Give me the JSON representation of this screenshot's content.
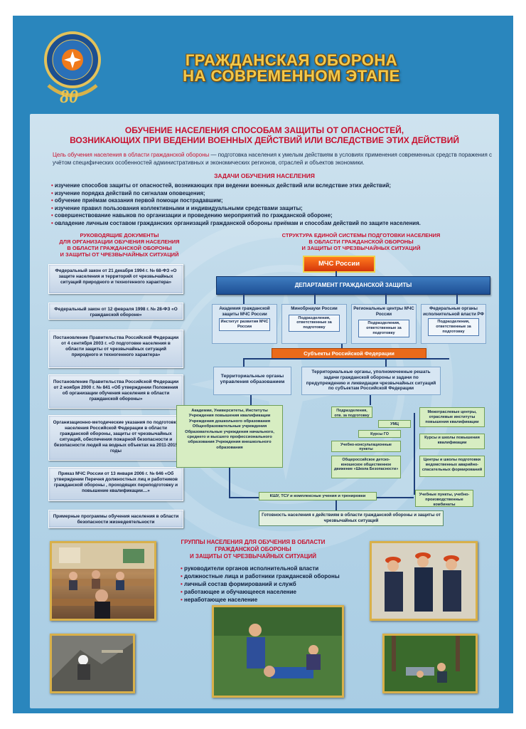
{
  "header": {
    "title_line1": "ГРАЖДАНСКАЯ ОБОРОНА",
    "title_line2": "НА СОВРЕМЕННОМ ЭТАПЕ",
    "emblem_number": "80"
  },
  "main": {
    "heading_line1": "ОБУЧЕНИЕ НАСЕЛЕНИЯ СПОСОБАМ ЗАЩИТЫ  ОТ ОПАСНОСТЕЙ,",
    "heading_line2": "ВОЗНИКАЮЩИХ ПРИ ВЕДЕНИИ ВОЕННЫХ ДЕЙСТВИЙ ИЛИ ВСЛЕДСТВИЕ ЭТИХ ДЕЙСТВИЙ",
    "aim_label": "Цель обучения населения в области гражданской обороны",
    "aim_text": " — подготовка населения к умелым действиям в условиях применения современных средств поражения с учётом специфических особенностей административных и экономических регионов, отраслей и объектов экономики.",
    "tasks_heading": "ЗАДАЧИ ОБУЧЕНИЯ НАСЕЛЕНИЯ",
    "tasks": [
      "изучение способов защиты от опасностей, возникающих при ведении военных действий или вследствие этих действий;",
      "изучение порядка действий по сигналам оповещения;",
      "обучение приёмам оказания первой помощи пострадавшим;",
      "изучение правил пользования коллективными и индивидуальными средствами защиты;",
      "совершенствование навыков по организации и проведению мероприятий  по гражданской обороне;",
      "овладение личным составом гражданских организаций  гражданской обороны приёмам и способам действий по защите населения."
    ]
  },
  "documents": {
    "heading_line1": "РУКОВОДЯЩИЕ ДОКУМЕНТЫ",
    "heading_line2": "ДЛЯ ОРГАНИЗАЦИИ ОБУЧЕНИЯ НАСЕЛЕНИЯ",
    "heading_line3": "В ОБЛАСТИ ГРАЖДАНСКОЙ ОБОРОНЫ",
    "heading_line4": "И ЗАЩИТЫ ОТ ЧРЕЗВЫЧАЙНЫХ СИТУАЦИЙ",
    "items": [
      "Федеральный закон от 21 декабря 1994 г. № 68-ФЗ «О защите населения и территорий от чрезвычайных ситуаций природного и техногенного характера»",
      "Федеральный закон от 12 февраля 1998 г. № 28-ФЗ «О гражданской обороне»",
      "Постановление Правительства Российской Федерации от 4 сентября 2003 г. «О подготовке населения в области защиты от чрезвычайных ситуаций природного и техногенного характера»",
      "Постановление Правительства Российской Федерации от 2 ноября 2000 г. № 841 «Об утверждении Положения  об организации обучения населения  в области гражданской обороны»",
      "Организационно-методические указания по подготовке населения Российской Федерации в области гражданской обороны, защиты от чрезвычайных ситуаций, обеспечения пожарной безопасности и безопасности людей на водных объектах на 2011-2015 годы",
      "Приказ МЧС России от  13 января 2006 г. № 646 «Об утверждении Перечня должностных лиц и работников гражданской обороны , проходящих переподготовку и повышение квалификации…»",
      "Примерные программы обучения населения в области безопасности жизнедеятельности"
    ]
  },
  "structure": {
    "heading_line1": "СТРУКТУРА ЕДИНОЙ СИСТЕМЫ ПОДГОТОВКИ НАСЕЛЕНИЯ",
    "heading_line2": "В ОБЛАСТИ ГРАЖДАНСКОЙ ОБОРОНЫ",
    "heading_line3": "И ЗАЩИТЫ ОТ ЧРЕЗВЫЧАЙНЫХ СИТУАЦИЙ",
    "mchs": "МЧС России",
    "department": "ДЕПАРТАМЕНТ ГРАЖДАНСКОЙ ЗАЩИТЫ",
    "academy": "Академия гражданской защиты МЧС России",
    "institute": "Институт развития МЧС России",
    "minobr": "Минобрнауки России",
    "regional": "Региональные центры МЧС России",
    "federal": "Федеральные органы исполнительной власти РФ",
    "subdiv": "Подразделения, ответственные за подготовку",
    "subjects": "Субъекты Российской Федерации",
    "territorial_edu": "Территориальные органы управления образованием",
    "territorial_go": "Территориальные органы, уполномоченные решать задачи гражданской обороны и задачи по предупреждению и ликвидации чрезвычайных ситуаций по субъектам Российской Федерации",
    "academies": "Академии, Университеты, Институты Учреждения повышения квалификации Учреждения дошкольного образования Общеобразовательные учреждения Образовательные учреждения начального, среднего и высшего профессионального образования Учреждения внешкольного образования",
    "podrazd": "Подразделения, отв. за подготовку",
    "umc": "УМЦ",
    "kursy_go": "Курсы ГО",
    "ucp": "Учебно-консультационные пункты",
    "school": "Общероссийское детско-юношеское общественное движение «Школа Безопасности»",
    "mezh": "Межотраслевые центры, отраслевые институты повышения квалификации",
    "kursy_school": "Курсы и школы повышения квалификации",
    "centers": "Центры и школы подготовки ведомственных аварийно-спасательных формирований",
    "kshu": "КШУ, ТСУ и комплексные учения и тренировки",
    "uch_punkty": "Учебные пункты, учебно-производственные комбинаты",
    "ready": "Готовность населения к действиям в области гражданской обороны и защиты от чрезвычайных ситуаций"
  },
  "groups": {
    "heading_line1": "ГРУППЫ НАСЕЛЕНИЯ ДЛЯ ОБУЧЕНИЯ В ОБЛАСТИ",
    "heading_line2": "ГРАЖДАНСКОЙ ОБОРОНЫ",
    "heading_line3": "И ЗАЩИТЫ ОТ ЧРЕЗВЫЧАЙНЫХ СИТУАЦИЙ",
    "items": [
      "руководители органов исполнительной власти",
      "должностные лица и работники гражданской обороны",
      "личный состав формирований и служб",
      "работающее и обучающееся население",
      "неработающее население"
    ]
  }
}
